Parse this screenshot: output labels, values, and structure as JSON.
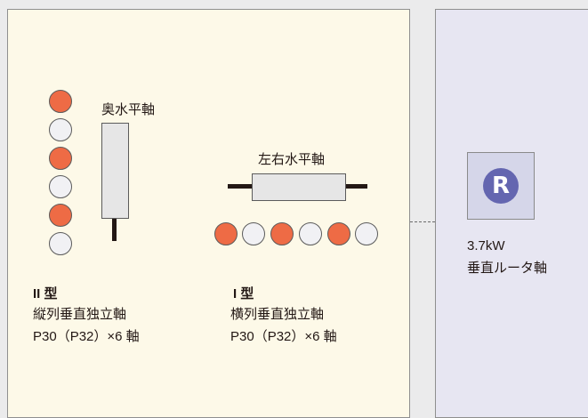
{
  "colors": {
    "active_axis": "#ee6b45",
    "inactive_axis": "#f1f1f4",
    "router_icon": "#6466b0",
    "left_panel_bg": "#fdf9e8",
    "right_panel_bg": "#e7e6f2"
  },
  "type_ii": {
    "actuator_label": "奥水平軸",
    "type_label": "II 型",
    "desc_line1": "縦列垂直独立軸",
    "desc_line2": "P30（P32）×6 軸",
    "axes": [
      "on",
      "off",
      "on",
      "off",
      "on",
      "off"
    ]
  },
  "type_i": {
    "actuator_label": "左右水平軸",
    "type_label": "I 型",
    "desc_line1": "横列垂直独立軸",
    "desc_line2": "P30（P32）×6 軸",
    "axes": [
      "on",
      "off",
      "on",
      "off",
      "on",
      "off"
    ]
  },
  "router": {
    "icon": "R",
    "line1": "3.7kW",
    "line2": "垂直ルータ軸"
  }
}
